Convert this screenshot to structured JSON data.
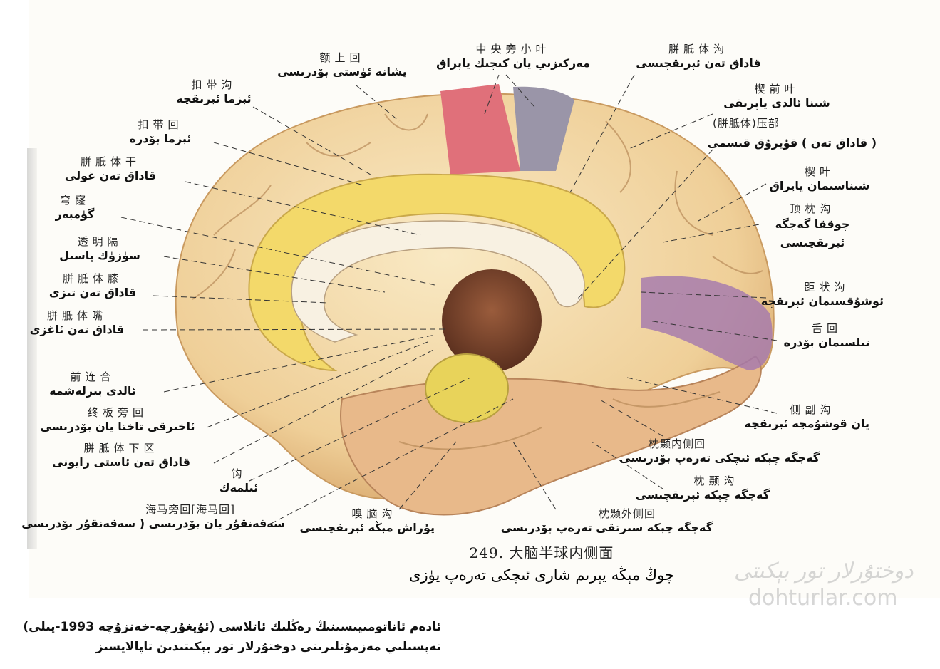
{
  "labels": {
    "superior_frontal": {
      "zh": "额上回",
      "ug": "پشانه ئۈستى بۆدرىسى"
    },
    "paracentral": {
      "zh": "中央旁小叶",
      "ug": "مەركىزىي يان كىچىك ياپراق"
    },
    "callosal_sulcus": {
      "zh": "胼胝体沟",
      "ug": "قاداق تەن ئېرىقچىسى"
    },
    "cingulate_sulcus": {
      "zh": "扣带沟",
      "ug": "ئېزما ئېرىقچە"
    },
    "cingulate_gyrus": {
      "zh": "扣带回",
      "ug": "ئېزما بۆدرە"
    },
    "callosal_trunk": {
      "zh": "胼胝体干",
      "ug": "قاداق تەن غولى"
    },
    "fornix": {
      "zh": "穹窿",
      "ug": "گۈمبەر"
    },
    "septum": {
      "zh": "透明隔",
      "ug": "سۈزۈك پاسىل"
    },
    "genu": {
      "zh": "胼胝体膝",
      "ug": "قاداق تەن تىزى"
    },
    "rostrum": {
      "zh": "胼胝体嘴",
      "ug": "قاداق تەن ئاغزى"
    },
    "anterior_commissure": {
      "zh": "前连合",
      "ug": "ئالدى بىرلەشمە"
    },
    "paraterminal": {
      "zh": "终板旁回",
      "ug": "ئاخىرقى تاختا يان بۆدرىسى"
    },
    "subcallosal": {
      "zh": "胼胝体下区",
      "ug": "قاداق تەن ئاستى رايونى"
    },
    "uncus": {
      "zh": "钩",
      "ug": "ئىلمەك"
    },
    "parahippocampal": {
      "zh": "海马旁回[海马回]",
      "ug": "سەقەنقۇر يان بۆدرىسى ( سەقەنقۇر بۆدرىسى"
    },
    "rhinal": {
      "zh": "嗅脑沟",
      "ug": "پۇراش مېڭە ئېرىقچىسى"
    },
    "lat_occipitotemporal": {
      "zh": "枕颞外侧回",
      "ug": "گەجگە چېكە سىرتقى تەرەپ بۆدرىسى"
    },
    "occipitotemporal_sulcus": {
      "zh": "枕颞沟",
      "ug": "گەجگە چېكە ئېرىقچىسى"
    },
    "med_occipitotemporal": {
      "zh": "枕颞内侧回",
      "ug": "گەجگە چېكە ئىچكى تەرەپ بۆدرىسى"
    },
    "collateral": {
      "zh": "侧副沟",
      "ug": "يان قوشۇمچە ئېرىقچە"
    },
    "precuneus": {
      "zh": "楔前叶",
      "ug": "شىنا ئالدى ياپرىقى"
    },
    "splenium": {
      "zh": "(胼胝体)压部",
      "ug": "( قاداق تەن ) قۇيرۇق قىسمى"
    },
    "cuneus": {
      "zh": "楔叶",
      "ug": "شىناسىمان ياپراق"
    },
    "parieto_occipital": {
      "zh": "顶枕沟",
      "ug": "چوققا گەجگە ئېرىقچىسى"
    },
    "calcarine": {
      "zh": "距状沟",
      "ug": "ئوشۇقسىمان ئېرىقچە"
    },
    "lingual": {
      "zh": "舌回",
      "ug": "تىلسىمان بۆدرە"
    }
  },
  "caption": {
    "zh": "249.  大脑半球内侧面",
    "ug": "چوڭ مېڭە يېرىم شارى ئىچكى تەرەپ يۈزى"
  },
  "watermark": {
    "site": "dohturlar.com",
    "ug": "دوختۇرلار تور بېكىتى"
  },
  "footer": {
    "line1": "ئادەم ئاناتومىيىسىنىڭ رەڭلىك ئاتلاسى (ئۇيغۇرچە-خەنزۇچە 1993-يىلى)",
    "line2": "تەپسىلىي مەزمۇنلىرىنى دوختۇرلار تور بېكىتىدىن تاپالايسىز"
  },
  "colors": {
    "brain": "#f1d9a8",
    "cingulate": "#f3d96a",
    "paracentral_red": "#e0707a",
    "paracentral_grey": "#9a95a8",
    "occipital_purple": "#8a5a9a"
  }
}
